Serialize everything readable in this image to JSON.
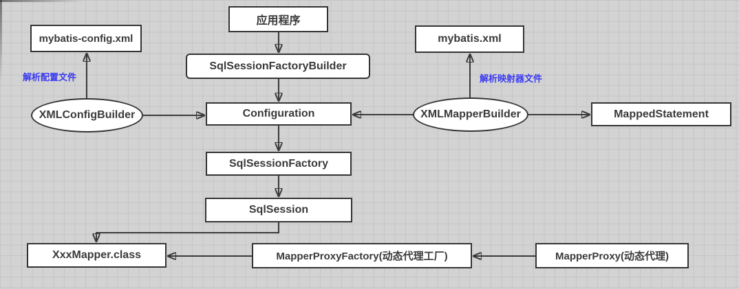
{
  "diagram": {
    "title": "MyBatis core architecture flow",
    "background_color": "#d3d3d3",
    "grid_line_color": "#c5c5c5",
    "node_fill": "#ffffff",
    "node_border_color": "#333333",
    "arrow_color": "#3a3a3a",
    "annotation_color": "#3a3af2",
    "nodes": [
      {
        "id": "application",
        "shape": "rect",
        "label": "应用程序"
      },
      {
        "id": "mybatis-config-xml",
        "shape": "rect",
        "label": "mybatis-config.xml"
      },
      {
        "id": "mybatis-xml",
        "shape": "rect",
        "label": "mybatis.xml"
      },
      {
        "id": "sqlsessionfactorybuilder",
        "shape": "rect",
        "label": "SqlSessionFactoryBuilder"
      },
      {
        "id": "xmlconfigbuilder",
        "shape": "ellipse",
        "label": "XMLConfigBuilder"
      },
      {
        "id": "configuration",
        "shape": "rect",
        "label": "Configuration"
      },
      {
        "id": "xmlmapperbuilder",
        "shape": "ellipse",
        "label": "XMLMapperBuilder"
      },
      {
        "id": "mappedstatement",
        "shape": "rect",
        "label": "MappedStatement"
      },
      {
        "id": "sqlsessionfactory",
        "shape": "rect",
        "label": "SqlSessionFactory"
      },
      {
        "id": "sqlsession",
        "shape": "rect",
        "label": "SqlSession"
      },
      {
        "id": "xxxmapper-class",
        "shape": "rect",
        "label": "XxxMapper.class"
      },
      {
        "id": "mapperproxyfactory",
        "shape": "rect",
        "label": "MapperProxyFactory(动态代理工厂)"
      },
      {
        "id": "mapperproxy",
        "shape": "rect",
        "label": "MapperProxy(动态代理)"
      }
    ],
    "annotations": [
      {
        "id": "parse-config-label",
        "text": "解析配置文件",
        "attached_edge": "xmlconfigbuilder->mybatis-config-xml"
      },
      {
        "id": "parse-mapper-label",
        "text": "解析映射器文件",
        "attached_edge": "xmlmapperbuilder->mybatis-xml"
      }
    ],
    "edges": [
      {
        "from": "application",
        "to": "sqlsessionfactorybuilder",
        "direction": "down"
      },
      {
        "from": "sqlsessionfactorybuilder",
        "to": "configuration",
        "direction": "down"
      },
      {
        "from": "xmlconfigbuilder",
        "to": "mybatis-config-xml",
        "direction": "up"
      },
      {
        "from": "xmlconfigbuilder",
        "to": "configuration",
        "direction": "right"
      },
      {
        "from": "xmlmapperbuilder",
        "to": "configuration",
        "direction": "left"
      },
      {
        "from": "xmlmapperbuilder",
        "to": "mybatis-xml",
        "direction": "up"
      },
      {
        "from": "xmlmapperbuilder",
        "to": "mappedstatement",
        "direction": "right"
      },
      {
        "from": "configuration",
        "to": "sqlsessionfactory",
        "direction": "down"
      },
      {
        "from": "sqlsessionfactory",
        "to": "sqlsession",
        "direction": "down"
      },
      {
        "from": "sqlsession",
        "to": "xxxmapper-class",
        "direction": "down-left-down"
      },
      {
        "from": "mapperproxyfactory",
        "to": "xxxmapper-class",
        "direction": "left"
      },
      {
        "from": "mapperproxy",
        "to": "mapperproxyfactory",
        "direction": "left"
      }
    ]
  }
}
